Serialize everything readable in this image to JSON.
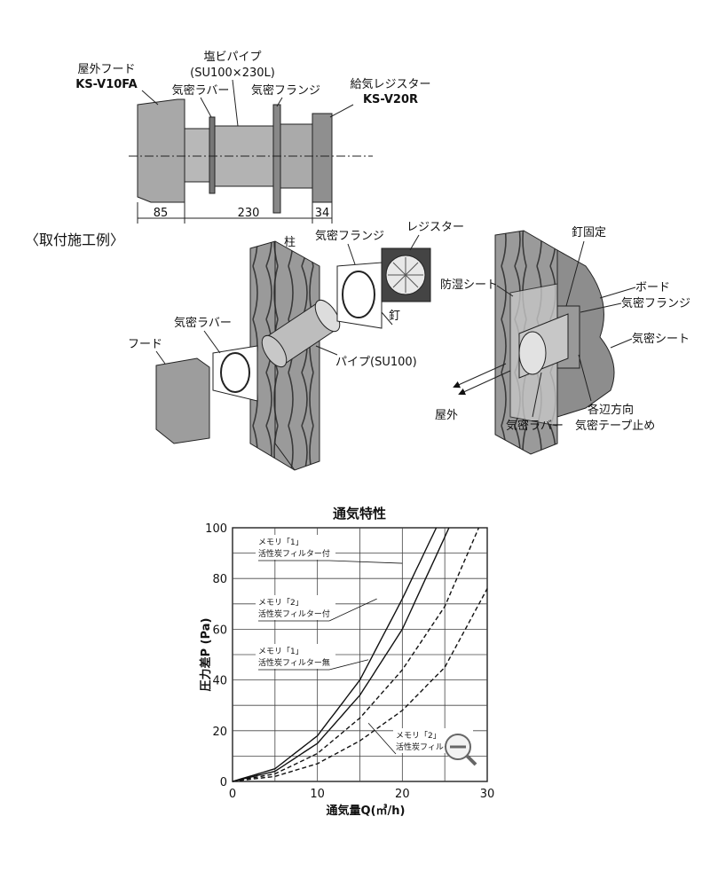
{
  "section_title": "〈取付施工例〉",
  "top": {
    "hood_label": "屋外フード",
    "hood_model": "KS-V10FA",
    "pipe_label": "塩ビパイプ",
    "pipe_spec": "(SU100×230L)",
    "rubber_label": "気密ラバー",
    "flange_label": "気密フランジ",
    "register_label": "給気レジスター",
    "register_model": "KS-V20R",
    "dims": [
      "85",
      "230",
      "34"
    ]
  },
  "mid_left": {
    "pillar": "柱",
    "flange": "気密フランジ",
    "register": "レジスター",
    "rubber": "気密ラバー",
    "hood": "フード",
    "nail": "釘",
    "pipe": "パイプ(SU100)"
  },
  "mid_right": {
    "nail_fix": "釘固定",
    "moisture_sheet": "防湿シート",
    "board": "ボード",
    "flange": "気密フランジ",
    "airtight_sheet": "気密シート",
    "outdoor": "屋外",
    "tape_line1": "各辺方向",
    "tape_line2": "気密テープ止め",
    "rubber": "気密ラバー"
  },
  "chart_data": {
    "type": "line",
    "title": "通気特性",
    "xlabel": "通気量Q(㎥/h)",
    "ylabel": "圧力差P (Pa)",
    "xlim": [
      0,
      30
    ],
    "ylim": [
      0,
      100
    ],
    "xticks": [
      "0",
      "10",
      "20",
      "30"
    ],
    "yticks": [
      "0",
      "20",
      "40",
      "60",
      "80",
      "100"
    ],
    "grid": true,
    "series": [
      {
        "name": "メモリ「1」活性炭フィルター付",
        "style": "solid",
        "x": [
          0,
          5,
          10,
          15,
          20,
          24
        ],
        "y": [
          0,
          5,
          18,
          40,
          72,
          100
        ]
      },
      {
        "name": "メモリ「2」活性炭フィルター付",
        "style": "solid",
        "x": [
          0,
          5,
          10,
          15,
          20,
          25.5
        ],
        "y": [
          0,
          4,
          15,
          34,
          60,
          100
        ]
      },
      {
        "name": "メモリ「1」活性炭フィルター無",
        "style": "dashed",
        "x": [
          0,
          5,
          10,
          15,
          20,
          25,
          29
        ],
        "y": [
          0,
          3,
          11,
          25,
          44,
          69,
          100
        ]
      },
      {
        "name": "メモリ「2」活性炭フィルター無",
        "style": "dashed",
        "x": [
          0,
          5,
          10,
          15,
          20,
          25,
          30
        ],
        "y": [
          0,
          2,
          7,
          16,
          28,
          45,
          76
        ]
      }
    ],
    "legend_lines": [
      [
        "メモリ「1」",
        "活性炭フィルター付"
      ],
      [
        "メモリ「2」",
        "活性炭フィルター付"
      ],
      [
        "メモリ「1」",
        "活性炭フィルター無"
      ],
      [
        "メモリ「2」",
        "活性炭フィルター無"
      ]
    ]
  }
}
